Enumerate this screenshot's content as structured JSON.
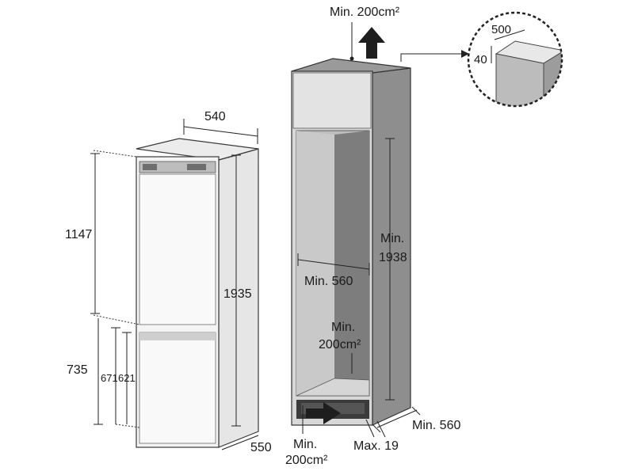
{
  "fridge": {
    "width_label": "540",
    "depth_label": "550",
    "height_label": "1935",
    "upper_height_label": "1147",
    "lower_height_label": "735",
    "door_lower_a_label": "671",
    "door_lower_b_label": "621"
  },
  "cabinet": {
    "top_vent_label": "Min. 200cm²",
    "inner_height_label": [
      "Min.",
      "1938"
    ],
    "inner_width_label": "Min. 560",
    "inner_vent_label": [
      "Min.",
      "200cm²"
    ],
    "bottom_vent_label": [
      "Min.",
      "200cm²"
    ],
    "plinth_label": "Max. 19",
    "depth_label": "Min. 560"
  },
  "detail": {
    "width_label": "500",
    "height_label": "40"
  },
  "colors": {
    "appliance_fill": "#f1f1f1",
    "cabinet_face": "#dcdcdc",
    "cabinet_side": "#8e8e8e",
    "cabinet_inner_back": "#7d7d7d",
    "arrow": "#1e1e1e"
  }
}
